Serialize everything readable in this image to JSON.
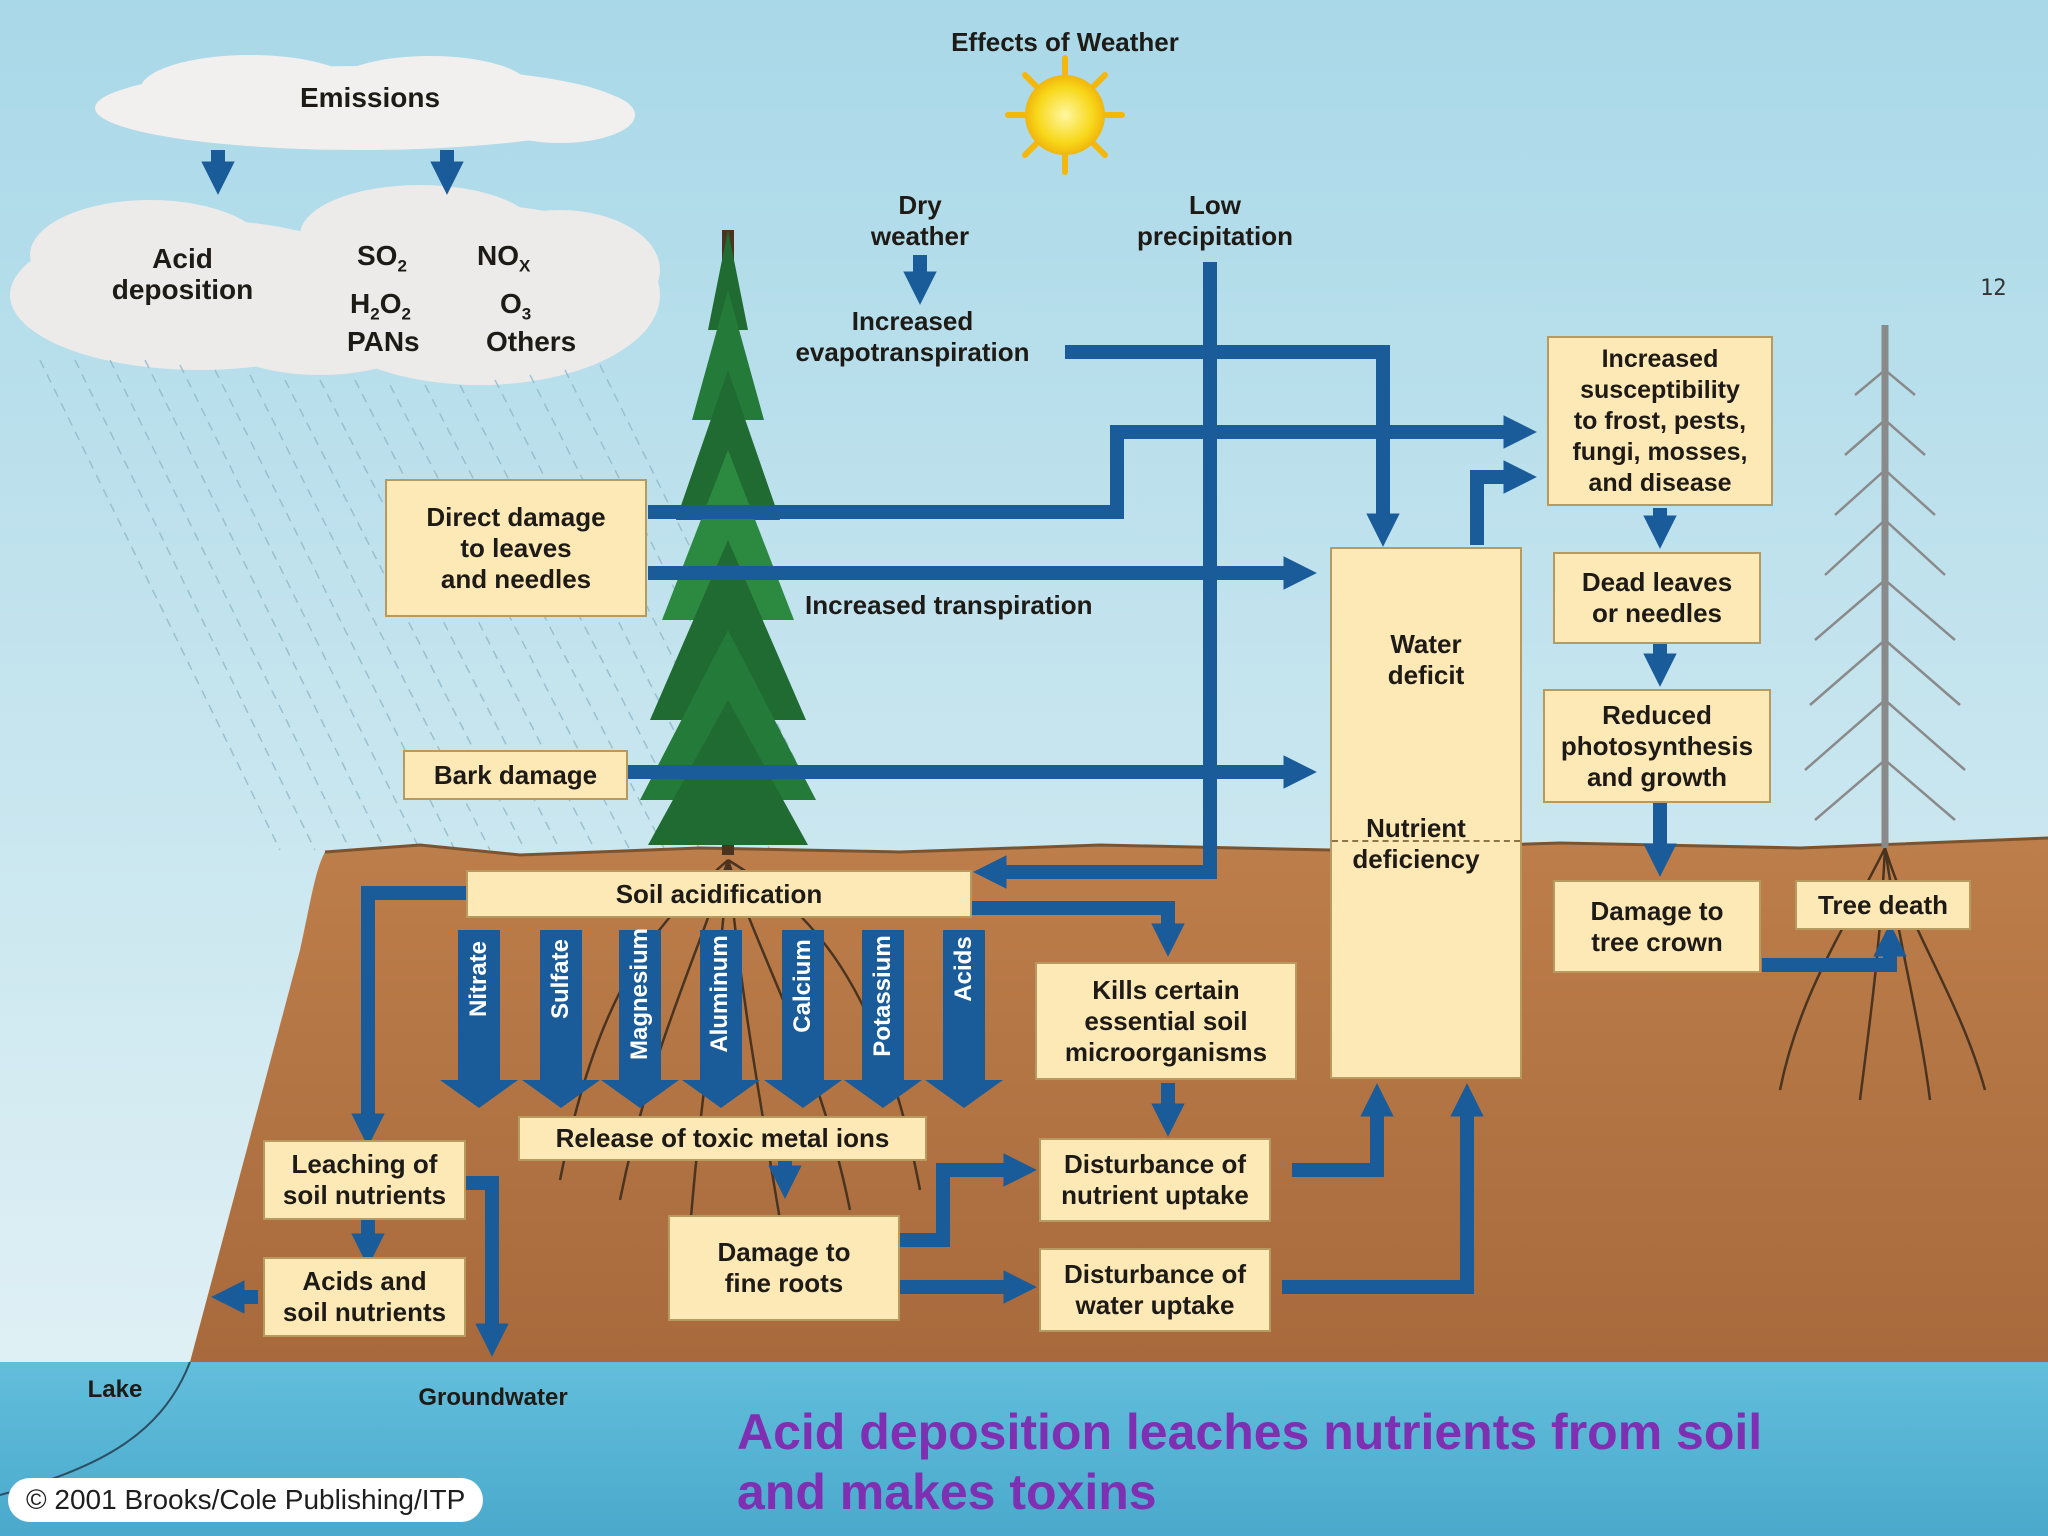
{
  "header": {
    "weather_title": "Effects of Weather"
  },
  "emissions": {
    "cloud_label": "Emissions",
    "acid_deposition": "Acid\ndeposition",
    "pollutants": [
      {
        "base": "SO",
        "sub": "2",
        "tail": ""
      },
      {
        "base": "NO",
        "sub": "X",
        "tail": ""
      },
      {
        "base": "H",
        "sub": "2",
        "tail": "O",
        "sub2": "2"
      },
      {
        "base": "O",
        "sub": "3",
        "tail": ""
      },
      {
        "base": "PANs",
        "sub": "",
        "tail": ""
      },
      {
        "base": "Others",
        "sub": "",
        "tail": ""
      }
    ]
  },
  "weather": {
    "dry_weather": "Dry\nweather",
    "low_precipitation": "Low\nprecipitation",
    "increased_evapotranspiration": "Increased\nevapotranspiration",
    "increased_transpiration": "Increased transpiration"
  },
  "boxes": {
    "direct_damage": "Direct damage\nto leaves\nand needles",
    "bark_damage": "Bark damage",
    "soil_acidification": "Soil acidification",
    "water_deficit": "Water\ndeficit",
    "nutrient_deficiency": "Nutrient\ndeficiency",
    "susceptibility": "Increased\nsusceptibility\nto frost, pests,\nfungi, mosses,\nand disease",
    "dead_leaves": "Dead leaves\nor needles",
    "reduced_photosynthesis": "Reduced\nphotosynthesis\nand growth",
    "damage_crown": "Damage to\ntree crown",
    "tree_death": "Tree death",
    "kills_microorganisms": "Kills certain\nessential soil\nmicroorganisms",
    "release_toxic": "Release of toxic metal ions",
    "leaching": "Leaching of\nsoil nutrients",
    "acids_nutrients": "Acids and\nsoil nutrients",
    "damage_roots": "Damage to\nfine roots",
    "nutrient_uptake": "Disturbance of\nnutrient uptake",
    "water_uptake": "Disturbance of\nwater uptake"
  },
  "soil_flows": [
    "Nitrate",
    "Sulfate",
    "Magnesium",
    "Aluminum",
    "Calcium",
    "Potassium",
    "Acids"
  ],
  "water": {
    "lake": "Lake",
    "groundwater": "Groundwater"
  },
  "caption": "Acid deposition leaches nutrients from soil\nand makes toxins",
  "copyright": "© 2001 Brooks/Cole Publishing/ITP",
  "page_number": "12",
  "colors": {
    "sky_top": "#a9d8e8",
    "sky_bottom": "#e6f3f6",
    "soil": "#b97a48",
    "water": "#5ab8d8",
    "arrow": "#1a5c9a",
    "box_fill": "#fde9b6",
    "caption": "#7e2fb2"
  }
}
